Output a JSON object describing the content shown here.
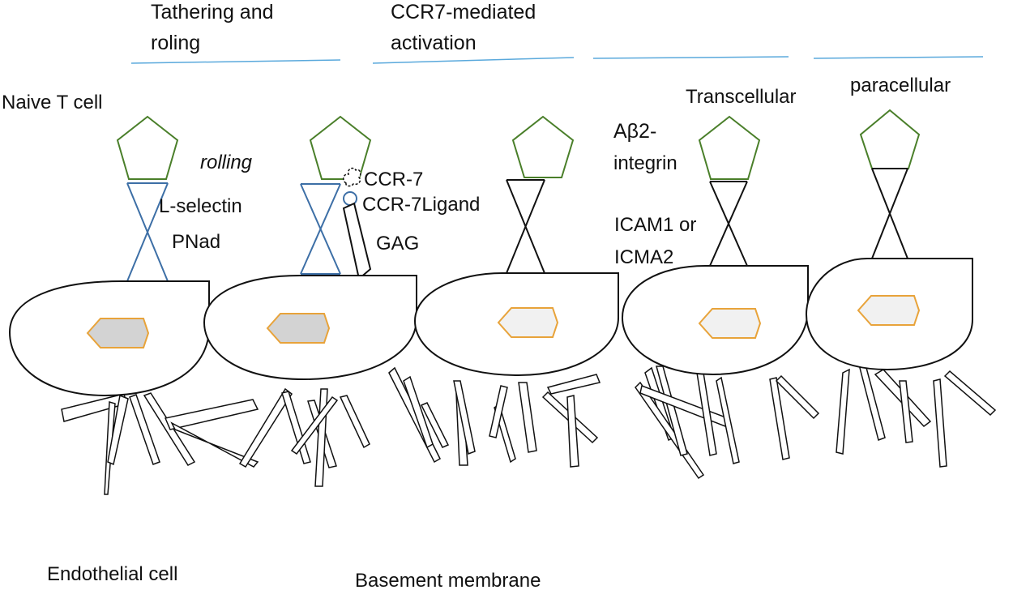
{
  "stages": [
    {
      "line1": "Tathering and",
      "line2": "roling"
    },
    {
      "line1": "CCR7-mediated",
      "line2": "activation"
    },
    {
      "line1": "",
      "line2": ""
    },
    {
      "line1": "",
      "line2": ""
    }
  ],
  "labels": {
    "naive_t_cell": "Naive T cell",
    "rolling": "rolling",
    "l_selectin": "L-selectin",
    "pnad": "PNad",
    "ccr7": "CCR-7",
    "ccr7_ligand": "CCR-7Ligand",
    "gag": "GAG",
    "abeta2_line1": "Aβ2-",
    "abeta2_line2": "integrin",
    "icam_line1": "ICAM1 or",
    "icam_line2": "ICMA2",
    "transcellular": "Transcellular",
    "paracellular": "paracellular",
    "endothelial_cell": "Endothelial cell",
    "basement_membrane": "Basement membrane"
  },
  "colors": {
    "stage_line": "#5aa9dc",
    "t_cell": "#4a7f2a",
    "selectin": "#3d6fa6",
    "nucleus_border": "#e8a33a",
    "nucleus_dark": "#d3d3d3",
    "nucleus_light": "#f1f1f1",
    "outline": "#111111"
  }
}
